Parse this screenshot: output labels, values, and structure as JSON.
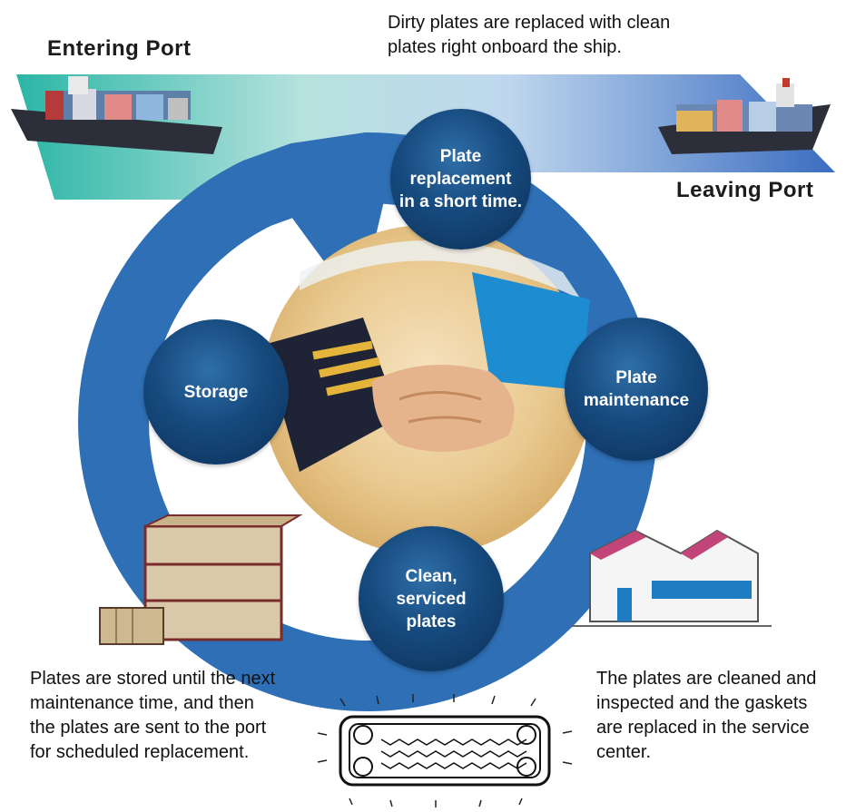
{
  "header": {
    "entering_port": "Entering Port",
    "leaving_port": "Leaving Port",
    "top_caption_line1": "Dirty plates are replaced with clean",
    "top_caption_line2": "plates right onboard the ship."
  },
  "nodes": {
    "replacement": [
      "Plate",
      "replacement",
      "in a short  time."
    ],
    "maintenance": [
      "Plate",
      "maintenance"
    ],
    "storage": [
      "Storage"
    ],
    "clean": [
      "Clean,",
      "serviced",
      "plates"
    ]
  },
  "captions": {
    "storage": [
      "Plates are stored until the next",
      "maintenance time, and then",
      "the plates are sent to the port",
      "for scheduled replacement."
    ],
    "service": [
      "The plates are cleaned and",
      "inspected and the gaskets",
      "are replaced in the service",
      "center."
    ]
  },
  "colors": {
    "cycle_blue": "#2e6fb5",
    "node_dark": "#0c2f57",
    "banner_start": "#34bfae",
    "banner_end": "#3a6cc0"
  },
  "icons": [
    "ship-icon",
    "warehouse-icon",
    "factory-icon",
    "plate-heat-exchanger-icon",
    "handshake-photo"
  ]
}
